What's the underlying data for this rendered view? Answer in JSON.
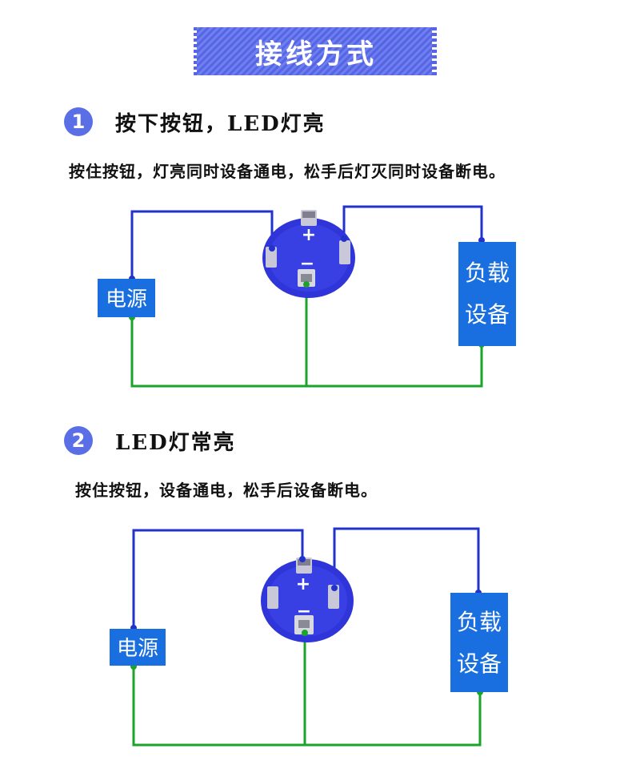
{
  "header": {
    "title": "接线方式"
  },
  "sections": [
    {
      "number": "1",
      "title": "按下按钮，LED灯亮",
      "description": "按住按钮，灯亮同时设备通电，松手后灯灭同时设备断电。",
      "power_label": "电源",
      "load_label_line1": "负载",
      "load_label_line2": "设备",
      "plus_sign": "+",
      "minus_sign": "−"
    },
    {
      "number": "2",
      "title": "LED灯常亮",
      "description": "按住按钮，设备通电，松手后设备断电。",
      "power_label": "电源",
      "load_label_line1": "负载",
      "load_label_line2": "设备",
      "plus_sign": "+",
      "minus_sign": "−"
    }
  ],
  "colors": {
    "banner": "#5a6ee6",
    "box_blue": "#1a6fe0",
    "wire_blue": "#2233cc",
    "wire_green": "#1aa52a",
    "switch_body": "#2f35d8"
  }
}
